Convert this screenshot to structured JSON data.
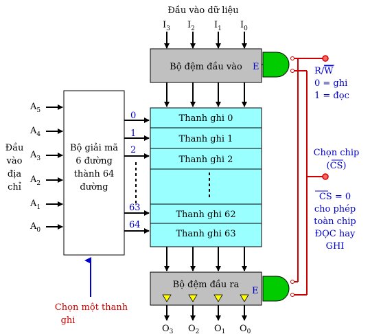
{
  "colors": {
    "buffer_fill": "#c0c0c0",
    "register_fill": "#99ffff",
    "gate_fill": "#00cc00",
    "wire_red": "#cc0000",
    "text_blue": "#0000cc",
    "triangle_fill": "#ffff00",
    "terminal_fill": "#ff6666"
  },
  "data_input": {
    "title": "Đầu vào dữ liệu",
    "inputs": [
      {
        "letter": "I",
        "sub": "3"
      },
      {
        "letter": "I",
        "sub": "2"
      },
      {
        "letter": "I",
        "sub": "1"
      },
      {
        "letter": "I",
        "sub": "0"
      }
    ]
  },
  "input_buffer": {
    "label": "Bộ đệm đầu vào",
    "enable": "E"
  },
  "output_buffer": {
    "label": "Bộ đệm đầu ra",
    "enable": "E"
  },
  "outputs": [
    {
      "letter": "O",
      "sub": "3"
    },
    {
      "letter": "O",
      "sub": "2"
    },
    {
      "letter": "O",
      "sub": "1"
    },
    {
      "letter": "O",
      "sub": "0"
    }
  ],
  "decoder": {
    "lines": [
      "Bộ giải mã",
      "6 đường",
      "thành 64",
      "đường"
    ]
  },
  "address": {
    "group_label": [
      "Đầu",
      "vào",
      "địa",
      "chỉ"
    ],
    "lines": [
      {
        "letter": "A",
        "sub": "5"
      },
      {
        "letter": "A",
        "sub": "4"
      },
      {
        "letter": "A",
        "sub": "3"
      },
      {
        "letter": "A",
        "sub": "2"
      },
      {
        "letter": "A",
        "sub": "1"
      },
      {
        "letter": "A",
        "sub": "0"
      }
    ]
  },
  "decoder_outputs": [
    "0",
    "1",
    "2",
    "63",
    "64"
  ],
  "registers": [
    "Thanh ghi 0",
    "Thanh ghi 1",
    "Thanh ghi 2",
    "Thanh ghi 62",
    "Thanh ghi 63"
  ],
  "rw": {
    "r": "R/",
    "w": "W",
    "zero": "0 = ghi",
    "one": "1 = đọc"
  },
  "chip_select": {
    "title": "Chọn chip",
    "abbr": "(CS)",
    "cs_bar": "CS",
    "cs_eq": " = 0",
    "desc": [
      "cho phép",
      "toàn chip",
      "ĐỌC hay",
      "GHI"
    ]
  },
  "select_register": {
    "lines": [
      "Chọn một thanh",
      "ghi"
    ]
  }
}
